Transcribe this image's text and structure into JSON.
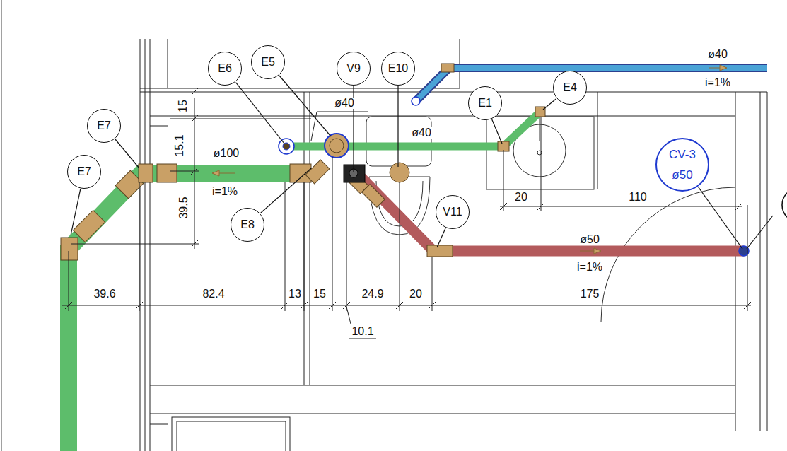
{
  "diagram": {
    "nodes": [
      {
        "text": [
          "E5"
        ]
      },
      {
        "text": [
          "E6"
        ]
      },
      {
        "text": [
          "V9"
        ]
      },
      {
        "text": [
          "E10"
        ]
      },
      {
        "text": [
          "E4"
        ]
      },
      {
        "text": [
          "E1"
        ]
      },
      {
        "text": [
          "E7"
        ]
      },
      {
        "text": [
          "CV-3",
          "ø50"
        ]
      },
      {
        "text": [
          "E7"
        ]
      },
      {
        "text": [
          "V11"
        ]
      },
      {
        "text": [
          "E8"
        ]
      }
    ],
    "labels": [
      "ø40",
      "i=1%",
      "ø40",
      "ø40",
      "15",
      "15.1",
      "ø100",
      "i=1%",
      "39.5",
      "20",
      "110",
      "ø50",
      "i=1%",
      "39.6",
      "82.4",
      "13",
      "15",
      "24.9",
      "20",
      "175",
      "10.1"
    ]
  }
}
